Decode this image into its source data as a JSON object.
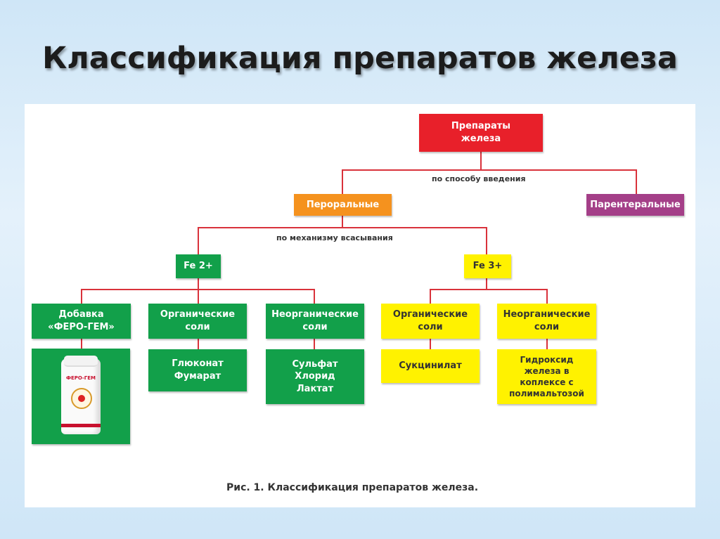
{
  "title": "Классификация препаратов железа",
  "nodes": {
    "root": "Препараты железа",
    "oral": "Пероральные",
    "parenteral": "Парентеральные",
    "fe2": "Fe 2+",
    "fe3": "Fe 3+",
    "fe2_supplement": "Добавка «ФЕРО-ГЕМ»",
    "fe2_organic": "Органические соли",
    "fe2_inorganic": "Неорганические соли",
    "fe2_organic_items": "Глюконат Фумарат",
    "fe2_inorganic_items": "Сульфат Хлорид Лактат",
    "fe3_organic": "Органические соли",
    "fe3_inorganic": "Неорганические соли",
    "fe3_organic_items": "Сукцинилат",
    "fe3_inorganic_items": "Гидроксид железа в коплексе с полимальтозой"
  },
  "edge_labels": {
    "by_route": "по способу введения",
    "by_mechanism": "по механизму всасывания"
  },
  "product_brand": "ФЕРО-ГЕМ",
  "caption": "Рис. 1. Классификация препаратов железа.",
  "colors": {
    "root": "#e8202a",
    "oral": "#f5921e",
    "parenteral": "#a43f88",
    "fe2_branch": "#12a04a",
    "fe3_branch": "#fff200",
    "connector": "#d9323b"
  }
}
